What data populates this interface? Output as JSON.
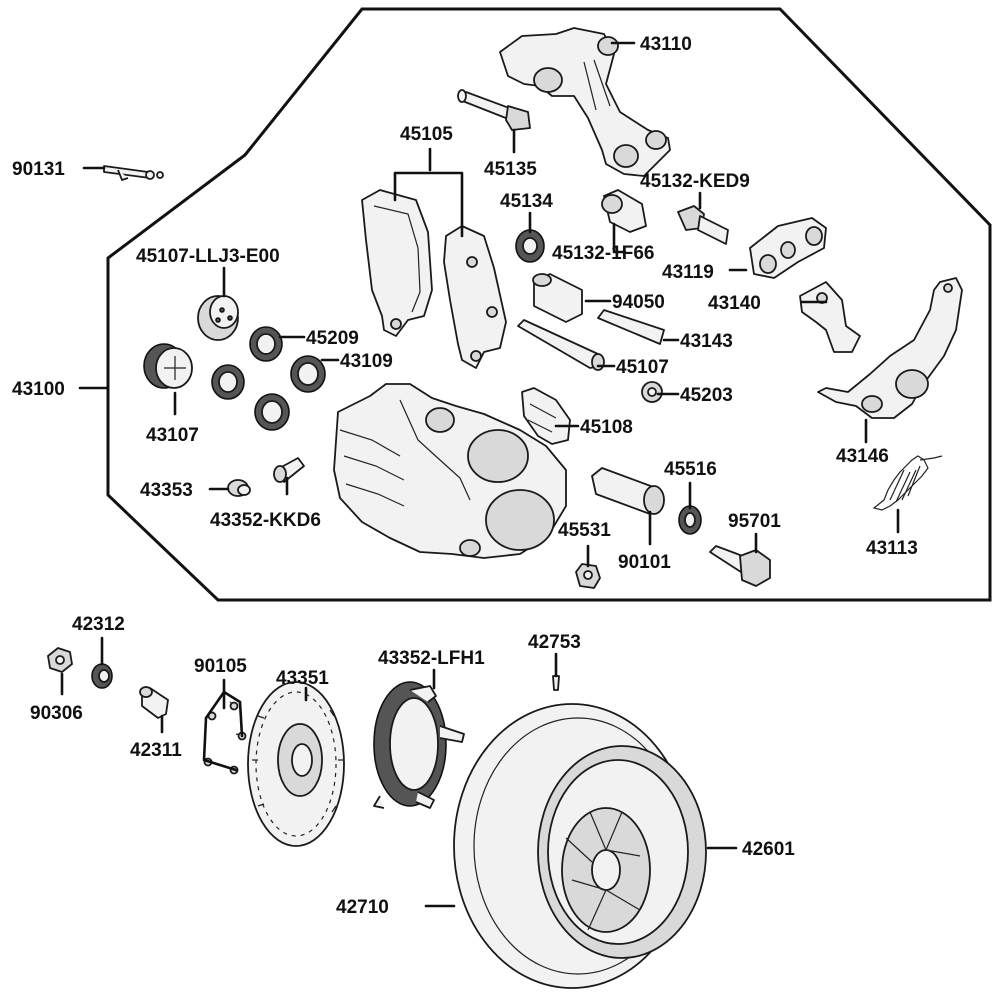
{
  "diagram": {
    "labels": [
      {
        "id": "43110",
        "text": "43110"
      },
      {
        "id": "45105",
        "text": "45105"
      },
      {
        "id": "45135",
        "text": "45135"
      },
      {
        "id": "90131",
        "text": "90131"
      },
      {
        "id": "45134",
        "text": "45134"
      },
      {
        "id": "45132-KED9",
        "text": "45132-KED9"
      },
      {
        "id": "45132-1F66",
        "text": "45132-1F66"
      },
      {
        "id": "43119",
        "text": "43119"
      },
      {
        "id": "45107-LLJ3-E00",
        "text": "45107-LLJ3-E00"
      },
      {
        "id": "94050",
        "text": "94050"
      },
      {
        "id": "43140",
        "text": "43140"
      },
      {
        "id": "45209",
        "text": "45209"
      },
      {
        "id": "43143",
        "text": "43143"
      },
      {
        "id": "43109",
        "text": "43109"
      },
      {
        "id": "45107",
        "text": "45107"
      },
      {
        "id": "43100",
        "text": "43100"
      },
      {
        "id": "45203",
        "text": "45203"
      },
      {
        "id": "43107",
        "text": "43107"
      },
      {
        "id": "45108",
        "text": "45108"
      },
      {
        "id": "43146",
        "text": "43146"
      },
      {
        "id": "45516",
        "text": "45516"
      },
      {
        "id": "43353",
        "text": "43353"
      },
      {
        "id": "95701",
        "text": "95701"
      },
      {
        "id": "43352-KKD6",
        "text": "43352-KKD6"
      },
      {
        "id": "45531",
        "text": "45531"
      },
      {
        "id": "43113",
        "text": "43113"
      },
      {
        "id": "90101",
        "text": "90101"
      },
      {
        "id": "42312",
        "text": "42312"
      },
      {
        "id": "42753",
        "text": "42753"
      },
      {
        "id": "90105",
        "text": "90105"
      },
      {
        "id": "43352-LFH1",
        "text": "43352-LFH1"
      },
      {
        "id": "43351",
        "text": "43351"
      },
      {
        "id": "90306",
        "text": "90306"
      },
      {
        "id": "42311",
        "text": "42311"
      },
      {
        "id": "42601",
        "text": "42601"
      },
      {
        "id": "42710",
        "text": "42710"
      }
    ]
  }
}
